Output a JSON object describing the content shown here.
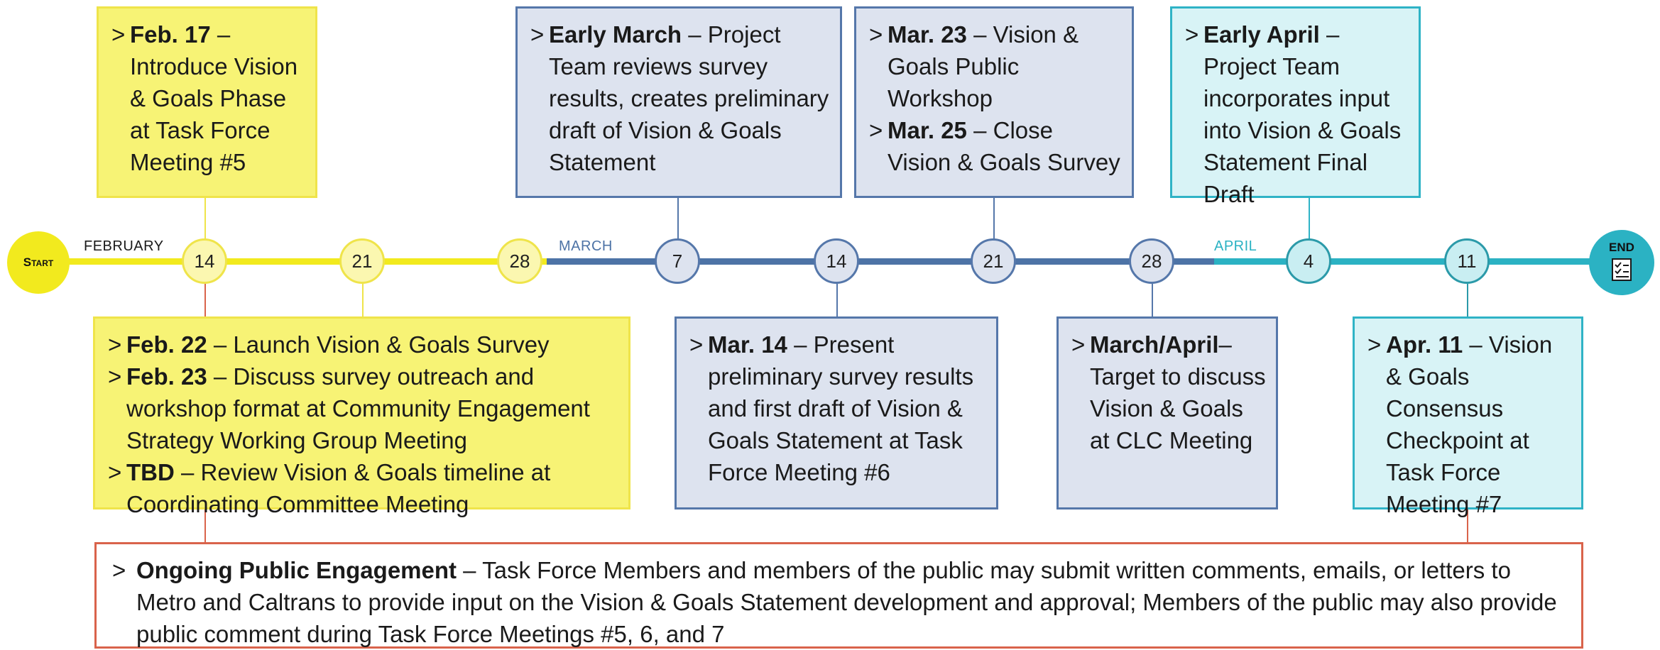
{
  "timeline": {
    "start_label": "Start",
    "end_label": "END",
    "months": [
      "FEBRUARY",
      "MARCH",
      "APRIL"
    ],
    "dates": [
      "14",
      "21",
      "28",
      "7",
      "14",
      "21",
      "28",
      "4",
      "11"
    ],
    "colors": {
      "february": "#f2ea1e",
      "march": "#4d73a6",
      "april": "#2bb2c3",
      "connector_top": "#efe44a",
      "connector_bottom_red": "#d9634b"
    }
  },
  "boxes": {
    "feb17": [
      {
        "bold": "Feb. 17",
        "text": " – Introduce Vision & Goals Phase at Task Force Meeting #5"
      }
    ],
    "feb_group": [
      {
        "bold": "Feb. 22",
        "text": " – Launch Vision & Goals Survey"
      },
      {
        "bold": "Feb. 23",
        "text": " – Discuss survey outreach and workshop format at Community Engagement Strategy Working Group Meeting"
      },
      {
        "bold": "TBD",
        "text": " – Review Vision & Goals timeline at Coordinating Committee Meeting"
      }
    ],
    "early_march": [
      {
        "bold": "Early March",
        "text": " – Project Team reviews survey results, creates preliminary draft of Vision & Goals Statement"
      }
    ],
    "mar14": [
      {
        "bold": "Mar. 14",
        "text": " – Present preliminary survey results and first draft of Vision & Goals Statement at Task Force Meeting #6"
      }
    ],
    "mar23": [
      {
        "bold": "Mar. 23",
        "text": " – Vision & Goals Public Workshop"
      },
      {
        "bold": "Mar. 25",
        "text": " – Close Vision & Goals Survey"
      }
    ],
    "march_april": [
      {
        "bold": "March/April",
        "text": "– Target to discuss Vision & Goals at CLC Meeting"
      }
    ],
    "early_april": [
      {
        "bold": "Early April",
        "text": " – Project Team incorporates input into Vision & Goals Statement Final Draft"
      }
    ],
    "apr11": [
      {
        "bold": "Apr. 11",
        "text": " – Vision & Goals Consensus Checkpoint at Task Force Meeting #7"
      }
    ],
    "ongoing": [
      {
        "bold": "Ongoing Public Engagement",
        "text": " – Task Force Members and members of the public may submit written comments, emails, or letters to Metro and Caltrans to provide input on the Vision & Goals Statement development and approval; Members of the public may also provide public comment during Task Force Meetings #5, 6, and 7"
      }
    ]
  }
}
